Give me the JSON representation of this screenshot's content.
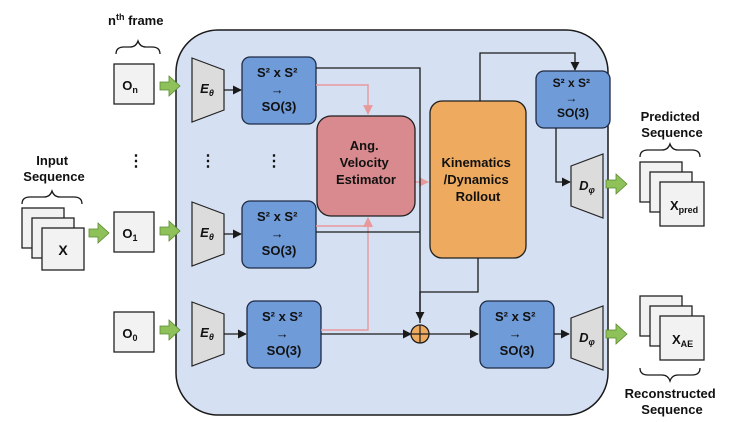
{
  "labels": {
    "nth_frame": {
      "base": "n",
      "sup": "th",
      "rest": " frame"
    },
    "input_sequence": [
      "Input",
      "Sequence"
    ],
    "predicted_sequence": [
      "Predicted",
      "Sequence"
    ],
    "reconstructed_sequence": [
      "Reconstructed",
      "Sequence"
    ],
    "input_x": "X",
    "x_pred": {
      "base": "X",
      "sub": "pred"
    },
    "x_ae": {
      "base": "X",
      "sub": "AE"
    }
  },
  "frames": {
    "o_n": {
      "base": "O",
      "sub": "n"
    },
    "o_1": {
      "base": "O",
      "sub": "1"
    },
    "o_0": {
      "base": "O",
      "sub": "0"
    },
    "ellipsis": "⋮"
  },
  "encoder": {
    "base": "E",
    "sub": "θ"
  },
  "decoder": {
    "base": "D",
    "sub": "φ"
  },
  "so3_block": {
    "line1": "S² x S²",
    "line2": "→",
    "line3": "SO(3)"
  },
  "estimator": [
    "Ang.",
    "Velocity",
    "Estimator"
  ],
  "rollout": [
    "Kinematics",
    "/Dynamics",
    "Rollout"
  ],
  "colors": {
    "panel": "#d5e1f3",
    "blue_block": "#6f9bd8",
    "estimator": "#d98a8e",
    "rollout": "#eeaa5e",
    "plus": "#eeaa5e",
    "green_arrow": "#8fc15a",
    "pink_line": "#e8999b"
  }
}
